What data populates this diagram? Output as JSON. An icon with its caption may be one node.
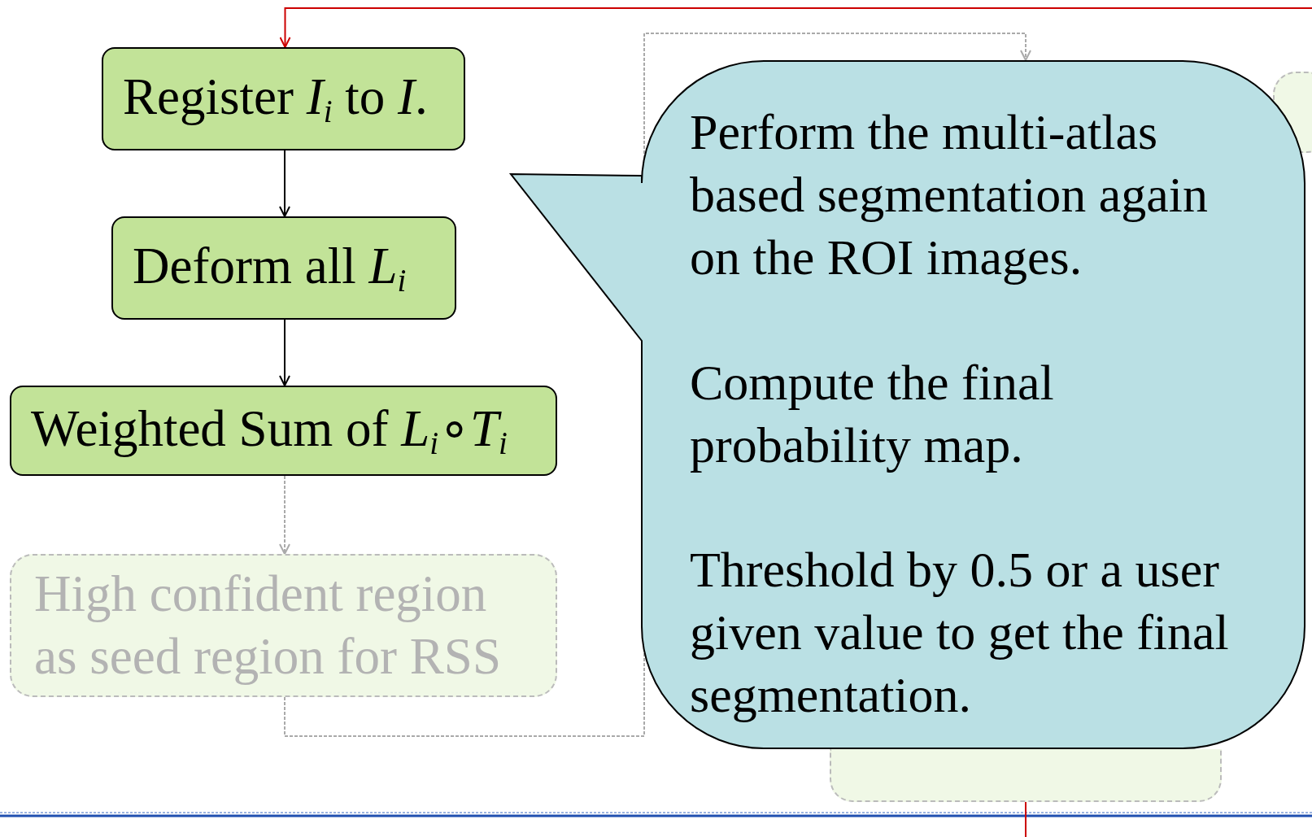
{
  "diagram": {
    "nodes": [
      {
        "text": [
          "Register *I*$_{i}$ to *I*."
        ]
      },
      {
        "text": [
          "Deform all *L*$_{i}$"
        ]
      },
      {
        "text": [
          "Weighted Sum of *L*$_{i}$∘*T*$_{i}$"
        ]
      },
      {
        "text": [
          "High confident region as seed region for RSS"
        ]
      },
      {
        "text": [],
        "shape": "box"
      },
      {
        "text": [],
        "shape": "box"
      },
      {
        "text": [
          "Perform the multi-atlas based segmentation again on the ROI images.",
          "Compute the final probability map.",
          "Threshold by 0.5 or a user given value to get the final segmentation."
        ]
      }
    ],
    "edges": [
      {
        "from": null,
        "to": 0,
        "arrow": "to",
        "color": "#cc0000"
      },
      {
        "from": 0,
        "to": 1,
        "arrow": "to",
        "color": "#000000"
      },
      {
        "from": 1,
        "to": 2,
        "arrow": "to",
        "color": "#000000"
      },
      {
        "from": 2,
        "to": 3,
        "arrow": "to",
        "style": "dashed",
        "color": "#aaaaaa"
      },
      {
        "from": 3,
        "to": 6,
        "arrow": "to",
        "style": "dashed",
        "color": "#aaaaaa"
      },
      {
        "from": 4,
        "to": null,
        "arrow": "none",
        "color": "#cc0000"
      }
    ]
  }
}
